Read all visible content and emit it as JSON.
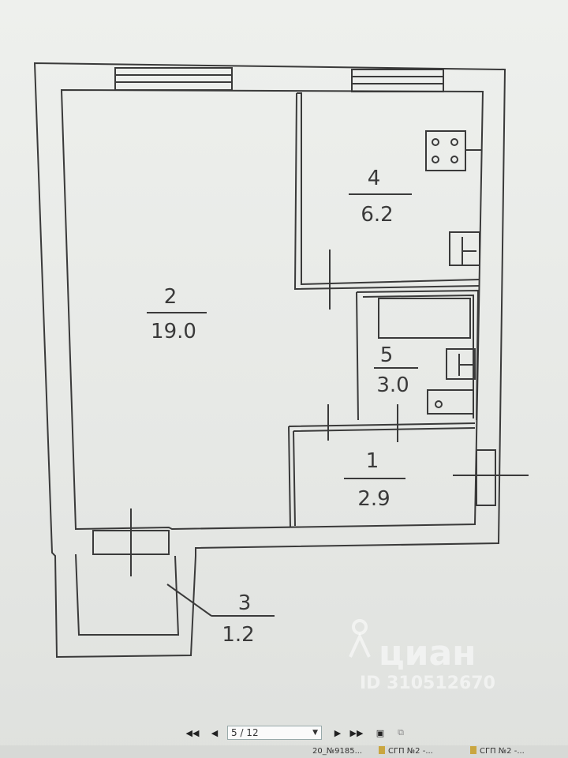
{
  "rooms": [
    {
      "number": "1",
      "area": "2.9"
    },
    {
      "number": "2",
      "area": "19.0"
    },
    {
      "number": "3",
      "area": "1.2"
    },
    {
      "number": "4",
      "area": "6.2"
    },
    {
      "number": "5",
      "area": "3.0"
    }
  ],
  "watermark": {
    "brand": "циан",
    "listing_id": "ID 310512670"
  },
  "viewer": {
    "page_indicator": "5 / 12"
  },
  "taskbar": {
    "items": [
      "20_№9185...",
      "СГП №2 -...",
      "СГП №2 -..."
    ]
  },
  "colors": {
    "line": "#3a3a3a",
    "background": "#e9ebe8"
  }
}
